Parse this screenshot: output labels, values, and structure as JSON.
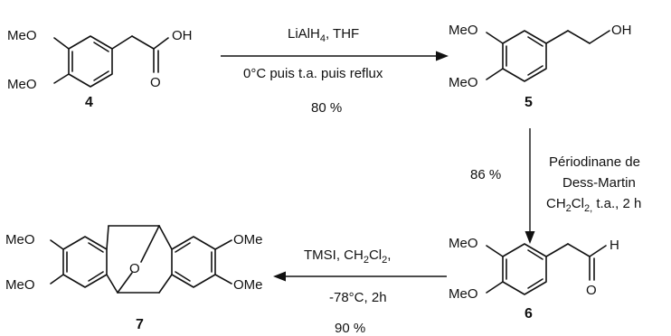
{
  "compounds": {
    "c4": {
      "label": "4",
      "meo_top": "MeO",
      "meo_bottom": "MeO",
      "oh": "OH",
      "o": "O"
    },
    "c5": {
      "label": "5",
      "meo_top": "MeO",
      "meo_bottom": "MeO",
      "oh": "OH"
    },
    "c6": {
      "label": "6",
      "meo_top": "MeO",
      "meo_bottom": "MeO",
      "h": "H",
      "o": "O"
    },
    "c7": {
      "label": "7",
      "meo_tl": "MeO",
      "meo_bl": "MeO",
      "ome_tr": "OMe",
      "ome_br": "OMe",
      "o_bridge": "O"
    }
  },
  "step1": {
    "reagent_main": "LiAlH",
    "reagent_sub": "4",
    "reagent_tail": ", THF",
    "conditions": "0°C puis t.a. puis reflux",
    "yield": "80 %"
  },
  "step2": {
    "line1": "Périodinane de",
    "line2": "Dess-Martin",
    "line3_a": "CH",
    "line3_sub1": "2",
    "line3_b": "Cl",
    "line3_sub2": "2,",
    "line3_c": " t.a., 2 h",
    "yield": "86 %"
  },
  "step3": {
    "reagent_a": "TMSI, CH",
    "reagent_sub1": "2",
    "reagent_b": "Cl",
    "reagent_sub2": "2",
    "reagent_c": ",",
    "conditions": "-78°C, 2h",
    "yield": "90 %"
  }
}
